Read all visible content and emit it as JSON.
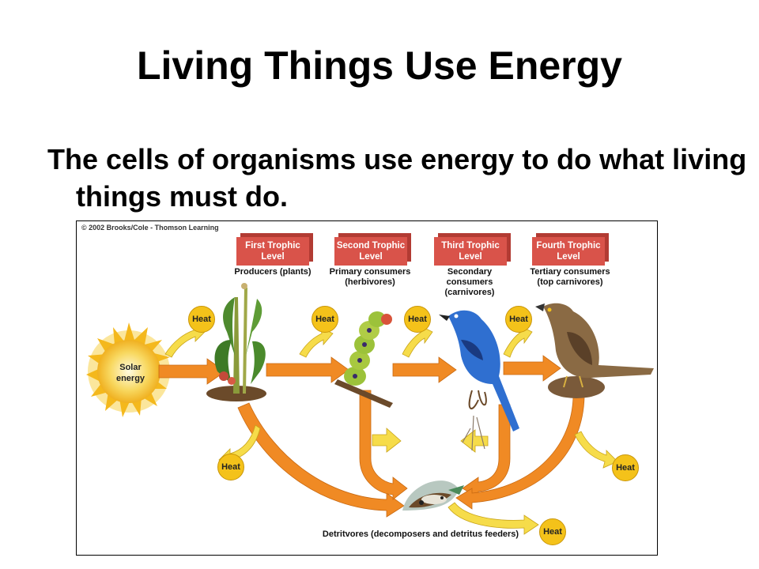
{
  "slide": {
    "title": "Living Things Use Energy",
    "body": "The cells of organisms use energy to do what living things must do."
  },
  "figure": {
    "copyright": "© 2002 Brooks/Cole - Thomson Learning",
    "levels": [
      {
        "box": "First Trophic Level",
        "label": "Producers (plants)"
      },
      {
        "box": "Second Trophic Level",
        "label": "Primary consumers (herbivores)"
      },
      {
        "box": "Third Trophic Level",
        "label": "Secondary consumers (carnivores)"
      },
      {
        "box": "Fourth Trophic Level",
        "label": "Tertiary consumers (top carnivores)"
      }
    ],
    "solar": "Solar energy",
    "heat": "Heat",
    "detritivores": "Detritvores (decomposers and detritus feeders)",
    "colors": {
      "arrow": "#f08a24",
      "heat_arrow": "#f6dc4a",
      "level_box": "#d9534a",
      "sun": "#f5c842"
    }
  }
}
